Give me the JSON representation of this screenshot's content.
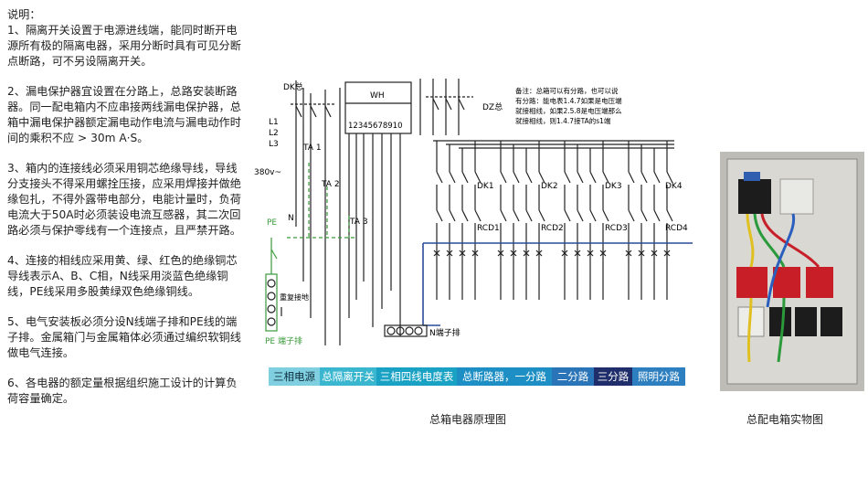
{
  "notes": {
    "heading": "说明：",
    "items": [
      "1、隔离开关设置于电源进线端，能同时断开电源所有极的隔离电器，采用分断时具有可见分断点断路，可不另设隔离开关。",
      "2、漏电保护器宜设置在分路上，总路安装断路器。同一配电箱内不应串接两线漏电保护器，总箱中漏电保护器额定漏电动作电流与漏电动作时间的乘积不应 > 30m A·S。",
      "3、箱内的连接线必须采用铜芯绝缘导线，导线分支接头不得采用螺拴压接，应采用焊接并做绝缘包扎，不得外露带电部分，电能计量时，负荷电流大于50A时必须装设电流互感器，其二次回路必须与保护零线有一个连接点，且严禁开路。",
      "4、连接的相线应采用黄、绿、红色的绝缘铜芯导线表示A、B、C相，N线采用淡蓝色绝缘铜线，PE线采用多股黄绿双色绝缘铜线。",
      "5、电气安装板必须分设N线端子排和PE线的端子排。金属箱门与金属箱体必须通过编织软铜线做电气连接。",
      "6、各电器的额定量根据组织施工设计的计算负荷容量确定。"
    ]
  },
  "diagram": {
    "labels": {
      "dk_main": "DK总",
      "wh": "WH",
      "meter_digits": "12345678910",
      "dz_main": "DZ总",
      "l1": "L1",
      "l2": "L2",
      "l3": "L3",
      "voltage": "380v~",
      "ta1": "TA 1",
      "ta2": "TA 2",
      "ta3": "TA 3",
      "pe": "PE",
      "n": "N",
      "ground": "重复接地",
      "pe_bar": "PE 端子排",
      "n_bar": "N端子排",
      "note": [
        "备注：总箱可以有分路，也可以说",
        "有分路：能电表1.4.7如果是电压端",
        "就接相线，如果2.5.8是电压端那么",
        "就接相线，则1.4.7接TA的s1端"
      ],
      "dk": [
        "DK1",
        "DK2",
        "DK3",
        "DK4"
      ],
      "rcd": [
        "RCD1",
        "RCD2",
        "RCD3",
        "RCD4"
      ]
    },
    "caption": "总箱电器原理图"
  },
  "legend": [
    {
      "label": "三相电源",
      "color": "#7fcfe0"
    },
    {
      "label": "总隔离开关",
      "color": "#3ab7cf"
    },
    {
      "label": "三相四线电度表",
      "color": "#1aa2c4"
    },
    {
      "label": "总断路器，一分路",
      "color": "#1e8fc4"
    },
    {
      "label": "二分路",
      "color": "#2a74b8"
    },
    {
      "label": "三分路",
      "color": "#1f2e6a"
    },
    {
      "label": "照明分路",
      "color": "#2d7fc0"
    }
  ],
  "photo": {
    "caption": "总配电箱实物图"
  }
}
